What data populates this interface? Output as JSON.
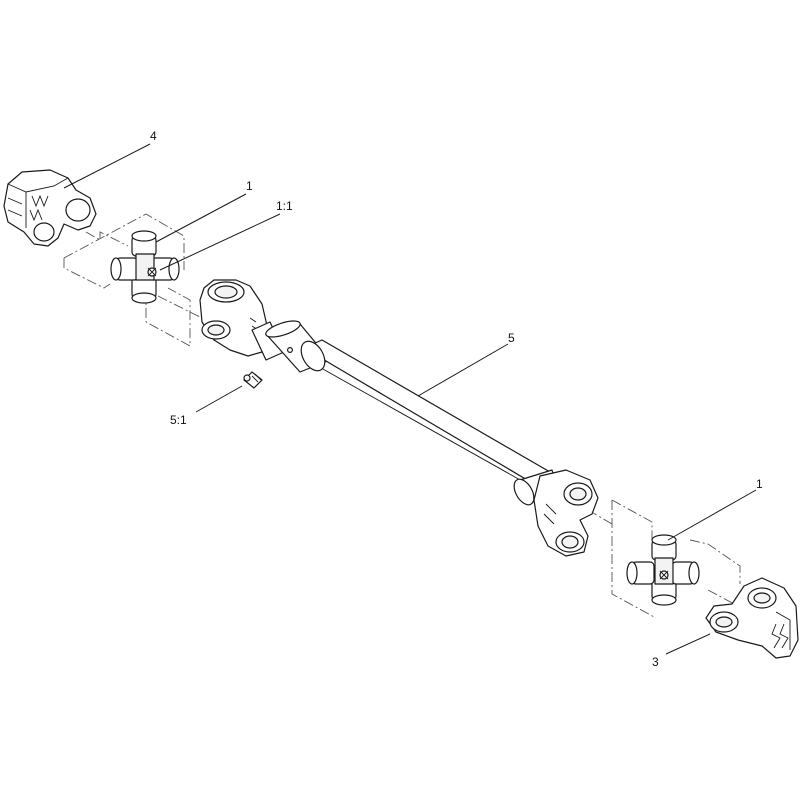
{
  "callouts": {
    "yoke_left": "4",
    "cross_left": "1",
    "cross_left_sub": "1:1",
    "shaft": "5",
    "grease_fitting": "5:1",
    "cross_right": "1",
    "yoke_right": "3"
  }
}
